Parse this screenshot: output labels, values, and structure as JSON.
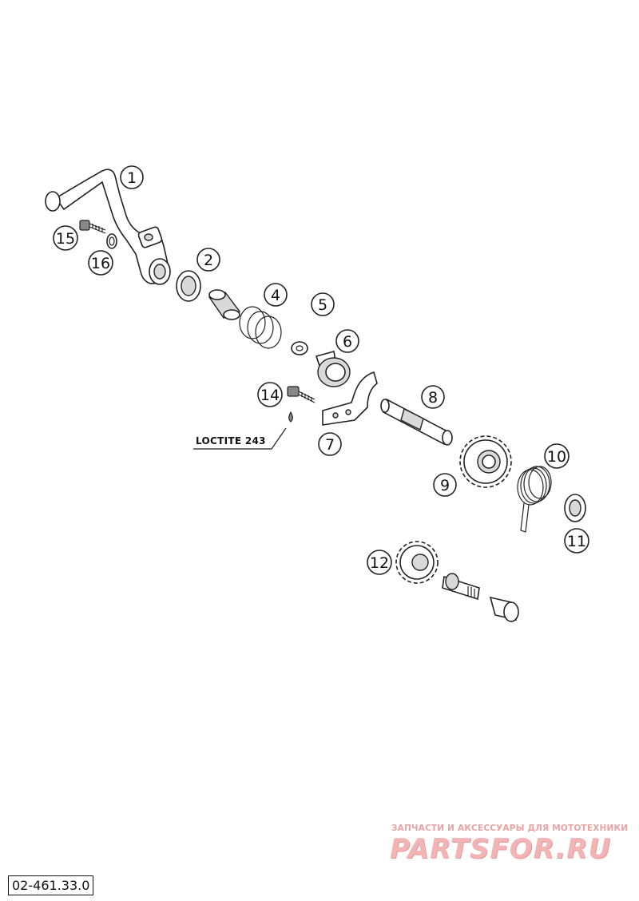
{
  "callouts": [
    "1",
    "2",
    "4",
    "5",
    "6",
    "7",
    "8",
    "9",
    "10",
    "11",
    "12",
    "14",
    "15",
    "16"
  ],
  "note": "LOCTITE 243",
  "drawing_number": "02-461.33.0",
  "watermark": {
    "tagline": "ЗАПЧАСТИ И АКСЕССУАРЫ ДЛЯ МОТОТЕХНИКИ",
    "brand": "PARTSFOR.RU"
  },
  "colors": {
    "line": "#222222",
    "watermark": "#f2b4b4"
  }
}
